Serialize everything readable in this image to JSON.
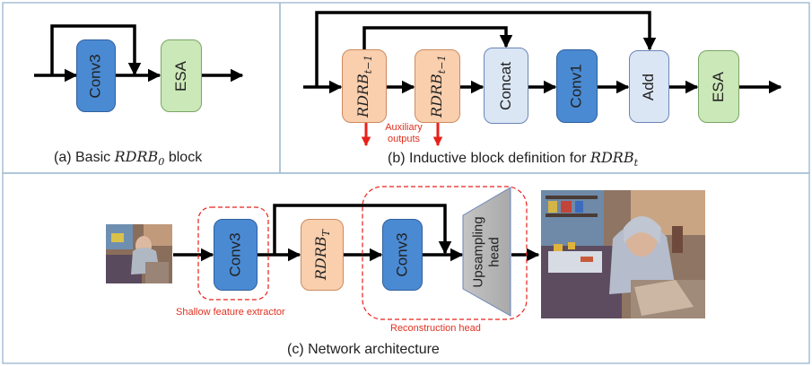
{
  "panel_a": {
    "caption_prefix": "(a) Basic ",
    "caption_math": "RDRB",
    "caption_sub": "0",
    "caption_suffix": " block",
    "blocks": {
      "conv3": "Conv3",
      "esa": "ESA"
    }
  },
  "panel_b": {
    "caption_prefix": "(b) Inductive block definition for ",
    "caption_math": "RDRB",
    "caption_sub": "t",
    "blocks": {
      "rdrb_main": "RDRB",
      "rdrb_sub": "t−1",
      "concat": "Concat",
      "conv1": "Conv1",
      "add": "Add",
      "esa": "ESA"
    },
    "auxiliary_label": "Auxiliary\noutputs"
  },
  "panel_c": {
    "caption": "(c) Network architecture",
    "blocks": {
      "conv3_shallow": "Conv3",
      "rdrb_main": "RDRB",
      "rdrb_sub": "T",
      "conv3_recon": "Conv3",
      "upsampling": "Upsampling head"
    },
    "shallow_label": "Shallow feature extractor",
    "reconstruction_label": "Reconstruction head"
  },
  "colors": {
    "conv_blue": "#4a8ad3",
    "esa_green": "#cbe8b8",
    "rdrb_orange": "#f9cfae",
    "light_blue": "#dbe6f5",
    "upsampling_gray": "#b7b7b7",
    "annotation_red": "#e03020",
    "panel_border": "#a6bfd6"
  }
}
